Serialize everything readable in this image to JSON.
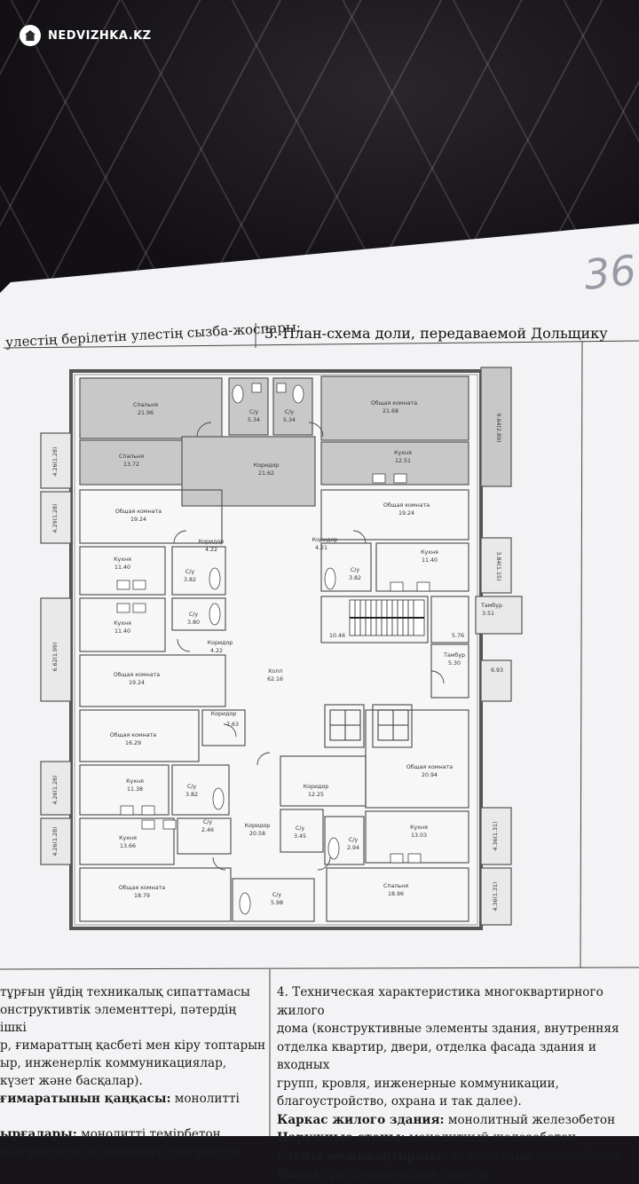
{
  "watermark": {
    "text": "NEDVIZHKA.KZ",
    "icon": "house-icon"
  },
  "page_number": "36",
  "header": {
    "left": "улестің берілетін улестің сызба-жоспары;",
    "right": "3. План-схема доли, передаваемой Дольщику"
  },
  "plan": {
    "rooms": [
      {
        "name": "Спальня",
        "area": "21.96"
      },
      {
        "name": "С/у",
        "area": "5.34"
      },
      {
        "name": "С/у",
        "area": "5.34"
      },
      {
        "name": "Общая комната",
        "area": "21.68"
      },
      {
        "name": "Спальня",
        "area": "13.72"
      },
      {
        "name": "Коридор",
        "area": "21.62"
      },
      {
        "name": "Кухня",
        "area": "12.51"
      },
      {
        "name": "Общая комната",
        "area": "19.24"
      },
      {
        "name": "Общая комната",
        "area": "19.24"
      },
      {
        "name": "Коридор",
        "area": "4.22"
      },
      {
        "name": "Коридор",
        "area": "4.21"
      },
      {
        "name": "Кухня",
        "area": "11.40"
      },
      {
        "name": "С/у",
        "area": "3.82"
      },
      {
        "name": "С/у",
        "area": "3.82"
      },
      {
        "name": "Кухня",
        "area": "11.40"
      },
      {
        "name": "Кухня",
        "area": "11.40"
      },
      {
        "name": "С/у",
        "area": "3.80"
      },
      {
        "name": "Коридор",
        "area": "4.22"
      },
      {
        "name": "Тамбур",
        "area": "3.51"
      },
      {
        "name": "",
        "area": "10.46"
      },
      {
        "name": "",
        "area": "5.76"
      },
      {
        "name": "Тамбур",
        "area": "5.30"
      },
      {
        "name": "",
        "area": "6.93"
      },
      {
        "name": "Общая комната",
        "area": "19.24"
      },
      {
        "name": "Холл",
        "area": "62.16"
      },
      {
        "name": "Коридор",
        "area": "7.63"
      },
      {
        "name": "Общая комната",
        "area": "16.29"
      },
      {
        "name": "Общая комната",
        "area": "20.94"
      },
      {
        "name": "Кухня",
        "area": "11.38"
      },
      {
        "name": "С/у",
        "area": "3.82"
      },
      {
        "name": "Коридор",
        "area": "12.25"
      },
      {
        "name": "С/у",
        "area": "2.46"
      },
      {
        "name": "Коридор",
        "area": "20.58"
      },
      {
        "name": "С/у",
        "area": "3.45"
      },
      {
        "name": "С/у",
        "area": "2.94"
      },
      {
        "name": "Кухня",
        "area": "13.03"
      },
      {
        "name": "Кухня",
        "area": "13.66"
      },
      {
        "name": "Общая комната",
        "area": "18.79"
      },
      {
        "name": "С/у",
        "area": "5.98"
      },
      {
        "name": "Спальня",
        "area": "18.96"
      }
    ],
    "balconies": [
      "4.26(1.28)",
      "4.29(1.28)",
      "9.64(2.89)",
      "3.84(1.15)",
      "6.62(1.99)",
      "4.26(1.28)",
      "4.26(1.28)",
      "4.36(1.31)",
      "4.36(1.31)"
    ]
  },
  "text_left": [
    {
      "bold": "",
      "text": "тұрғын үйдің техникалық сипаттамасы"
    },
    {
      "bold": "",
      "text": "онструктивтік элементтері, пәтердің ішкі"
    },
    {
      "bold": "",
      "text": "р, ғимараттың қасбеті мен кіру топтарын"
    },
    {
      "bold": "",
      "text": "ыр,   инженерлік   коммуникациялар,"
    },
    {
      "bold": "",
      "text": "күзет және басқалар)."
    },
    {
      "bold": "ғимаратынын  қаңқасы:",
      "text": " монолитті"
    },
    {
      "bold": "",
      "text": ""
    },
    {
      "bold": "ырғалары:",
      "text": " монолитті темірбетон"
    },
    {
      "bold": "",
      "text": "пәтерлерарасы монолитті темірбетон"
    }
  ],
  "text_right": [
    {
      "bold": "",
      "text": "4. Техническая характеристика многоквартирного жилого"
    },
    {
      "bold": "",
      "text": "дома (конструктивные элементы здания, внутренняя"
    },
    {
      "bold": "",
      "text": "отделка квартир, двери, отделка фасада здания и входных"
    },
    {
      "bold": "",
      "text": "групп, кровля, инженерные коммуникации,"
    },
    {
      "bold": "",
      "text": "благоустройство, охрана и так далее)."
    },
    {
      "bold": "Каркас жилого здания:",
      "text": " монолитный железобетон"
    },
    {
      "bold": "Наружные стены:",
      "text": " монолитный железобетон"
    },
    {
      "bold": "Стены межквартирные:",
      "text": " монолитный железобетон."
    },
    {
      "bold": "Фасад:",
      "text": " фиброцементные панели"
    }
  ]
}
